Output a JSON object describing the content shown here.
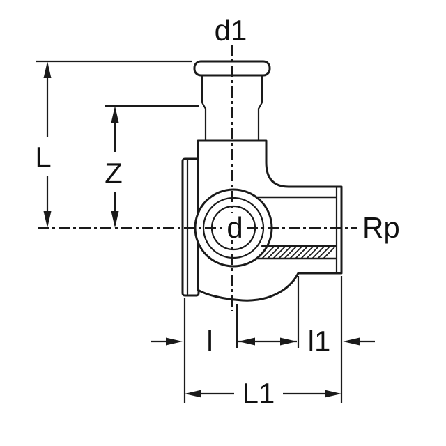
{
  "diagram": {
    "type": "technical-dimension-drawing",
    "subject": "pipe-fitting-elbow-with-wall-plate-and-female-thread",
    "labels": {
      "d1": "d1",
      "L": "L",
      "Z": "Z",
      "d": "d",
      "Rp": "Rp",
      "l": "l",
      "l1": "l1",
      "L1": "L1"
    },
    "colors": {
      "line": "#1a1a1a",
      "background": "#ffffff"
    }
  }
}
